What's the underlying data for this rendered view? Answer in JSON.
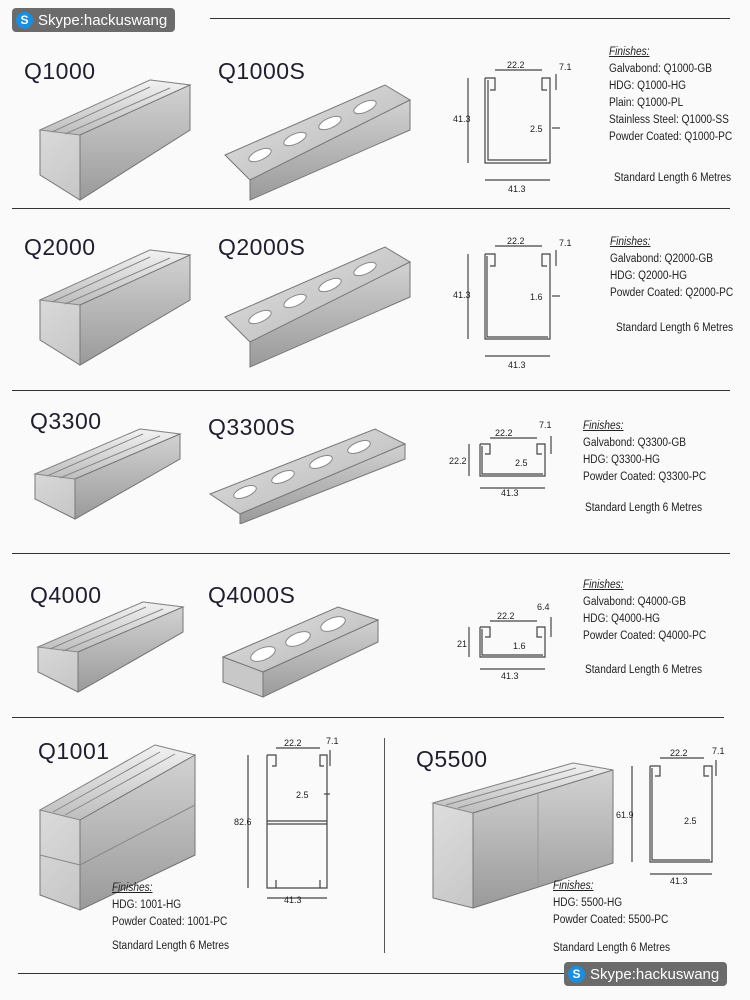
{
  "badge_text": "Skype:hackuswang",
  "standard_length": "Standard Length 6 Metres",
  "finishes_heading": "Finishes:",
  "products": [
    {
      "id": "q1000",
      "title": "Q1000",
      "slotted_title": "Q1000S",
      "dims": {
        "width": "41.3",
        "height": "41.3",
        "opening": "22.2",
        "lip": "7.1",
        "thickness": "2.5"
      },
      "finishes": [
        "Galvabond: Q1000-GB",
        "HDG: Q1000-HG",
        "Plain: Q1000-PL",
        "Stainless Steel: Q1000-SS",
        "Powder Coated: Q1000-PC"
      ]
    },
    {
      "id": "q2000",
      "title": "Q2000",
      "slotted_title": "Q2000S",
      "dims": {
        "width": "41.3",
        "height": "41.3",
        "opening": "22.2",
        "lip": "7.1",
        "thickness": "1.6"
      },
      "finishes": [
        "Galvabond: Q2000-GB",
        "HDG: Q2000-HG",
        "Powder Coated: Q2000-PC"
      ]
    },
    {
      "id": "q3300",
      "title": "Q3300",
      "slotted_title": "Q3300S",
      "dims": {
        "width": "41.3",
        "height": "22.2",
        "opening": "22.2",
        "lip": "7.1",
        "thickness": "2.5"
      },
      "finishes": [
        "Galvabond: Q3300-GB",
        "HDG: Q3300-HG",
        "Powder Coated: Q3300-PC"
      ]
    },
    {
      "id": "q4000",
      "title": "Q4000",
      "slotted_title": "Q4000S",
      "dims": {
        "width": "41.3",
        "height": "21",
        "opening": "22.2",
        "lip": "6.4",
        "thickness": "1.6"
      },
      "finishes": [
        "Galvabond: Q4000-GB",
        "HDG: Q4000-HG",
        "Powder Coated: Q4000-PC"
      ]
    }
  ],
  "bottom": [
    {
      "id": "q1001",
      "title": "Q1001",
      "dims": {
        "width": "41.3",
        "height": "82.6",
        "opening": "22.2",
        "lip": "7.1",
        "thickness": "2.5"
      },
      "finishes": [
        "HDG: 1001-HG",
        "Powder Coated: 1001-PC"
      ]
    },
    {
      "id": "q5500",
      "title": "Q5500",
      "dims": {
        "width": "41.3",
        "height": "61.9",
        "opening": "22.2",
        "lip": "7.1",
        "thickness": "2.5"
      },
      "finishes": [
        "HDG: 5500-HG",
        "Powder Coated: 5500-PC"
      ]
    }
  ]
}
